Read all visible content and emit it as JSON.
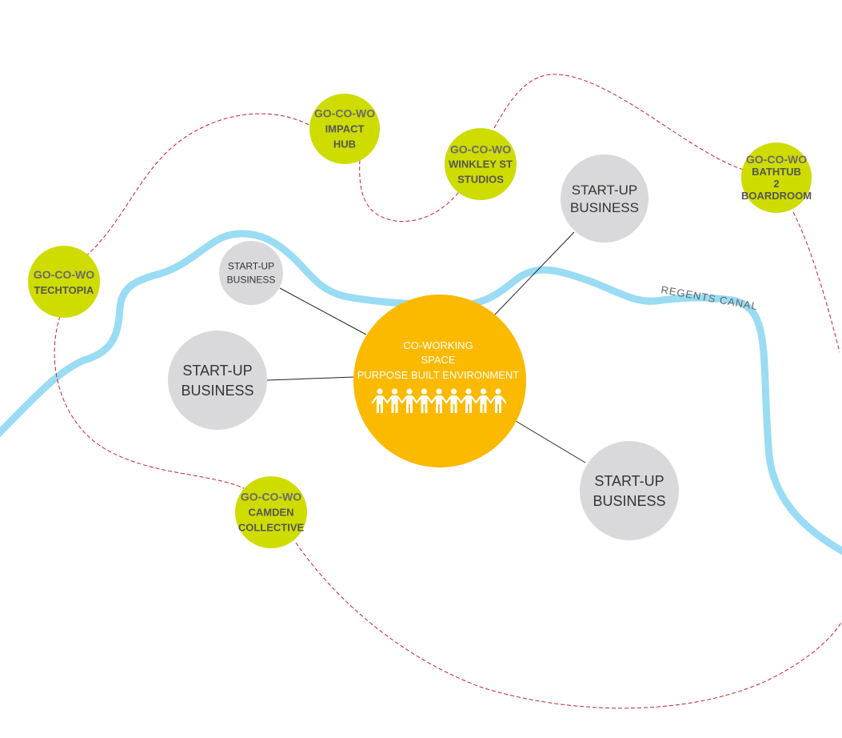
{
  "colors": {
    "canal": "#99dcf4",
    "hub": "#cfdc00",
    "startup": "#d9d9db",
    "core": "#fbb900",
    "route": "#c8202a",
    "link": "#222222"
  },
  "canal_label": "REGENTS CANAL",
  "core": {
    "lines": [
      "CO-WORKING",
      "SPACE",
      "PURPOSE BUILT ENVIRONMENT"
    ],
    "people_icon": "people-chain-icon",
    "people_count": 9
  },
  "hubs": [
    {
      "id": "techtopia",
      "lines": [
        "GO-CO-WO",
        "TECHTOPIA"
      ]
    },
    {
      "id": "impact-hub",
      "lines": [
        "GO-CO-WO",
        "IMPACT",
        "HUB"
      ]
    },
    {
      "id": "winkley",
      "lines": [
        "GO-CO-WO",
        "WINKLEY ST",
        "STUDIOS"
      ]
    },
    {
      "id": "bathtub",
      "lines": [
        "GO-CO-WO",
        "BATHTUB",
        "2",
        "BOARDROOM"
      ]
    },
    {
      "id": "camden",
      "lines": [
        "GO-CO-WO",
        "CAMDEN",
        "COLLECTIVE"
      ]
    }
  ],
  "startups": [
    {
      "id": "top-right",
      "lines": [
        "START-UP",
        "BUSINESS"
      ]
    },
    {
      "id": "small-left",
      "lines": [
        "START-UP",
        "BUSINESS"
      ]
    },
    {
      "id": "left",
      "lines": [
        "START-UP",
        "BUSINESS"
      ]
    },
    {
      "id": "bottom-right",
      "lines": [
        "START-UP",
        "BUSINESS"
      ]
    }
  ]
}
